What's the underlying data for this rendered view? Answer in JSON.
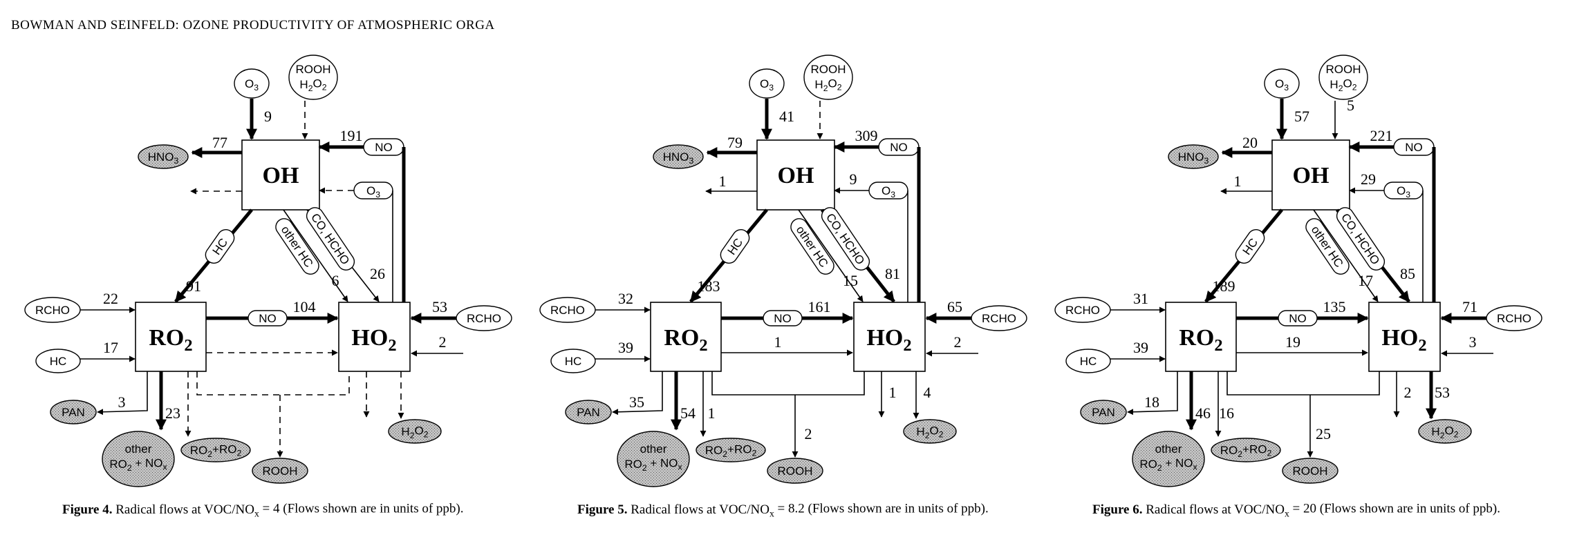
{
  "header": "BOWMAN AND SEINFELD: OZONE PRODUCTIVITY OF ATMOSPHERIC ORGA",
  "labels": {
    "OH": "OH",
    "RO2": "RO",
    "HO2": "HO",
    "sub2": "2",
    "sub3": "3",
    "O": "O",
    "H": "H",
    "ROOH": "ROOH",
    "HNO": "HNO",
    "NO": "NO",
    "RCHO": "RCHO",
    "HC": "HC",
    "PAN": "PAN",
    "other": "other",
    "plusNO": " + NO",
    "x": "x",
    "plus": "+",
    "otherHC": "other HC",
    "coHcho": "CO, HCHO"
  },
  "figures": [
    {
      "caption_label": "Figure 4.",
      "caption_text": "Radical flows at VOC/NO",
      "caption_ratio": " = 4 (Flows shown are in units of ppb).",
      "flows": {
        "o3_oh": "9",
        "h2o2_oh": "",
        "oh_hno3": "77",
        "oh_loss": "",
        "no_oh": "191",
        "o3_oh_side": "",
        "oh_ro2": "91",
        "oh_ho2": "6",
        "o3_ho2": "26",
        "rcho_ro2": "22",
        "hc_ro2": "17",
        "ro2_ho2_no": "104",
        "ro2_ho2": "",
        "rcho_ho2": "53",
        "in_ho2": "2",
        "ro2_pan": "3",
        "ro2_other": "23",
        "ro2_ro2": "",
        "rooh": "",
        "ho2_loss": "",
        "ho2_h2o2": ""
      }
    },
    {
      "caption_label": "Figure 5.",
      "caption_text": "Radical flows at VOC/NO",
      "caption_ratio": " = 8.2 (Flows shown are in units of ppb).",
      "flows": {
        "o3_oh": "41",
        "h2o2_oh": "",
        "oh_hno3": "79",
        "oh_loss": "1",
        "no_oh": "309",
        "o3_oh_side": "9",
        "oh_ro2": "183",
        "oh_ho2": "15",
        "o3_ho2": "81",
        "rcho_ro2": "32",
        "hc_ro2": "39",
        "ro2_ho2_no": "161",
        "ro2_ho2": "1",
        "rcho_ho2": "65",
        "in_ho2": "2",
        "ro2_pan": "35",
        "ro2_other": "54",
        "ro2_ro2": "1",
        "rooh": "2",
        "ho2_loss": "1",
        "ho2_h2o2": "4"
      }
    },
    {
      "caption_label": "Figure 6.",
      "caption_text": "Radical flows at VOC/NO",
      "caption_ratio": " = 20 (Flows shown are in units of ppb).",
      "flows": {
        "o3_oh": "57",
        "h2o2_oh": "5",
        "oh_hno3": "20",
        "oh_loss": "1",
        "no_oh": "221",
        "o3_oh_side": "29",
        "oh_ro2": "189",
        "oh_ho2": "17",
        "o3_ho2": "85",
        "rcho_ro2": "31",
        "hc_ro2": "39",
        "ro2_ho2_no": "135",
        "ro2_ho2": "19",
        "rcho_ho2": "71",
        "in_ho2": "3",
        "ro2_pan": "18",
        "ro2_other": "46",
        "ro2_ro2": "16",
        "rooh": "25",
        "ho2_loss": "2",
        "ho2_h2o2": "53"
      }
    }
  ]
}
